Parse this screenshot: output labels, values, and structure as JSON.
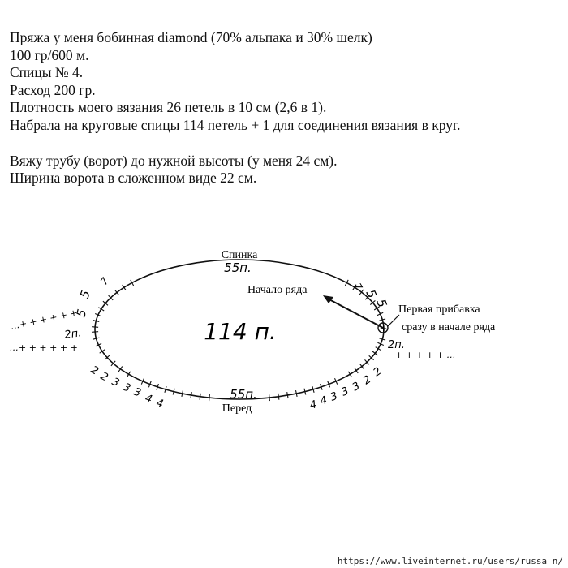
{
  "notes": {
    "lines": [
      "Пряжа у меня бобинная diamond (70% альпака и 30% шелк)",
      "100 гр/600 м.",
      "Спицы № 4.",
      "Расход 200 гр.",
      "Плотность моего вязания 26 петель в 10 см (2,6 в 1).",
      "Набрала на круговые спицы 114 петель + 1 для соединения вязания в круг."
    ],
    "lines2": [
      "Вяжу трубу (ворот) до нужной высоты (у меня 24 см).",
      "Ширина ворота в сложенном виде 22 см."
    ]
  },
  "diagram": {
    "top_label": "Спинка",
    "top_count": "55п.",
    "center_count": "114 п.",
    "bottom_count": "55п.",
    "bottom_label": "Перед",
    "row_start_label": "Начало ряда",
    "first_increase_label_1": "Первая прибавка",
    "first_increase_label_2": "сразу в начале ряда",
    "left_side_count": "2п.",
    "right_side_count": "2п.",
    "left_upper_digits": [
      "5",
      "5",
      "7"
    ],
    "right_upper_digits": [
      "7",
      "5",
      "5"
    ],
    "left_lower_digits": [
      "2",
      "2",
      "3",
      "3",
      "3",
      "4",
      "4"
    ],
    "right_lower_digits": [
      "4",
      "4",
      "3",
      "3",
      "3",
      "2",
      "2"
    ],
    "crosses_upper_left": "…+ + + + + +",
    "crosses_lower_left": "…+ + + + + +",
    "crosses_right": "+ + + + + …",
    "plus_mark": "+"
  },
  "footer": {
    "url": "https://www.liveinternet.ru/users/russa_n/"
  }
}
